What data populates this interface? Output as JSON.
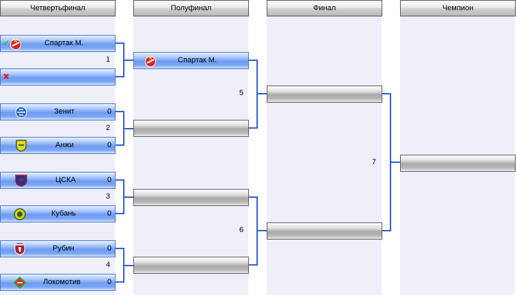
{
  "rounds": [
    {
      "title": "Четвертьфинал"
    },
    {
      "title": "Полуфинал"
    },
    {
      "title": "Финал"
    },
    {
      "title": "Чемпион"
    }
  ],
  "quarterfinals": [
    {
      "number": "1",
      "team1": {
        "name": "Спартак М.",
        "score": "",
        "logo": "spartak-logo-icon",
        "status": "winner-check-icon"
      },
      "team2": {
        "name": "",
        "score": "",
        "status": "loser-cross-icon"
      }
    },
    {
      "number": "2",
      "team1": {
        "name": "Зенит",
        "score": "0",
        "logo": "zenit-logo-icon"
      },
      "team2": {
        "name": "Анжи",
        "score": "0",
        "logo": "anzhi-logo-icon"
      }
    },
    {
      "number": "3",
      "team1": {
        "name": "ЦСКА",
        "score": "0",
        "logo": "cska-logo-icon"
      },
      "team2": {
        "name": "Кубань",
        "score": "0",
        "logo": "kuban-logo-icon"
      }
    },
    {
      "number": "4",
      "team1": {
        "name": "Рубин",
        "score": "0",
        "logo": "rubin-logo-icon"
      },
      "team2": {
        "name": "Локомотив",
        "score": "0",
        "logo": "lokomotiv-logo-icon"
      }
    }
  ],
  "semifinals": [
    {
      "number": "5",
      "team1": {
        "name": "Спартак М.",
        "logo": "spartak-logo-icon"
      },
      "team2": {
        "name": ""
      }
    },
    {
      "number": "6",
      "team1": {
        "name": ""
      },
      "team2": {
        "name": ""
      }
    }
  ],
  "final": {
    "number": "7",
    "team1": {
      "name": ""
    },
    "team2": {
      "name": ""
    }
  },
  "champion": {
    "name": ""
  },
  "colors": {
    "column_bg": "#efeffa",
    "connector": "#2d5fd2",
    "slot_blue": "#6f9cf0",
    "slot_grey": "#a9a9a9"
  }
}
